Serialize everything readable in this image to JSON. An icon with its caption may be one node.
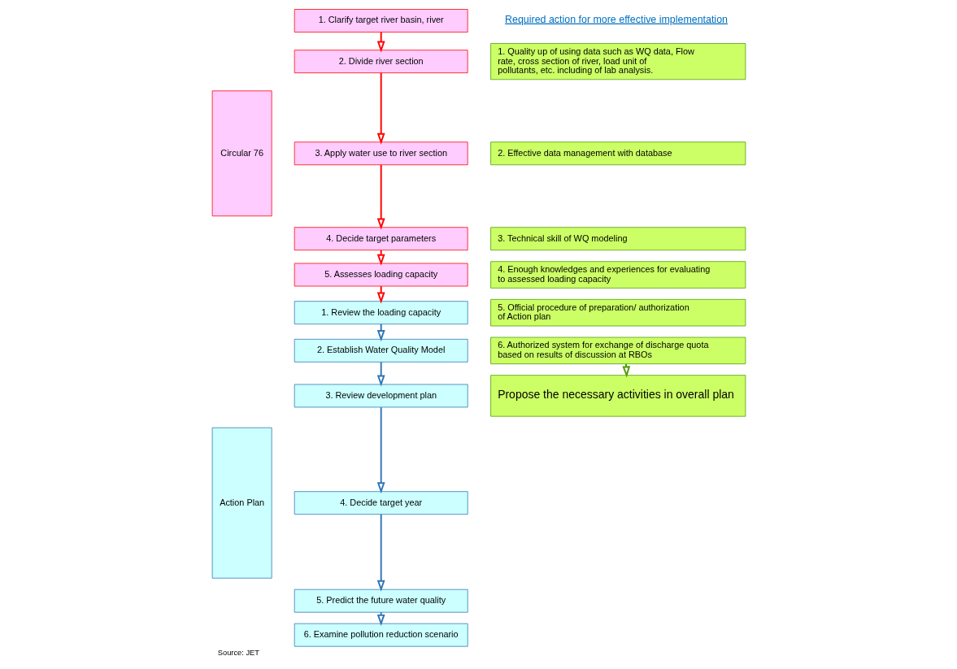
{
  "diagram": {
    "caption": "Source: JET",
    "nodes": [
      {
        "text": [
          "Circular 76"
        ]
      },
      {
        "text": [
          "1. Clarify target river basin, river"
        ]
      },
      {
        "text": [
          "2. Divide river section"
        ]
      },
      {
        "text": [
          "3. Apply water use to river section"
        ]
      },
      {
        "text": [
          "4. Decide target parameters"
        ]
      },
      {
        "text": [
          "5. Assesses loading capacity"
        ]
      },
      {
        "text": [
          "Action Plan"
        ]
      },
      {
        "text": [
          "1. Review the loading capacity"
        ]
      },
      {
        "text": [
          "2. Establish Water Quality Model"
        ]
      },
      {
        "text": [
          "3. Review development plan"
        ]
      },
      {
        "text": [
          "4. Decide target year"
        ]
      },
      {
        "text": [
          "5. Predict the future water quality"
        ]
      },
      {
        "text": [
          "6. Examine pollution reduction scenario"
        ]
      },
      {
        "text": [
          "1. Quality up of using data such as WQ data, Flow rate, cross section of river, load unit of pollutants, etc. including of lab analysis."
        ]
      },
      {
        "text": [
          "2. Effective data management with database"
        ]
      },
      {
        "text": [
          "3. Technical skill of WQ modeling"
        ]
      },
      {
        "text": [
          "4. Enough knowledges and experiences for evaluating to assessed loading capacity"
        ]
      },
      {
        "text": [
          "5. Official procedure of preparation/ authorization of Action plan"
        ]
      },
      {
        "text": [
          "6. Authorized system for exchange of discharge quota based on results of discussion at RBOs"
        ]
      },
      {
        "text": [
          "Propose the necessary activities in overall plan"
        ]
      }
    ],
    "edges": [
      {
        "from": 1,
        "to": 2,
        "arrow": "to",
        "color": "#ff0000"
      },
      {
        "from": 2,
        "to": 3,
        "arrow": "to",
        "color": "#ff0000"
      },
      {
        "from": 3,
        "to": 4,
        "arrow": "to",
        "color": "#ff0000"
      },
      {
        "from": 4,
        "to": 5,
        "arrow": "to",
        "color": "#ff0000"
      },
      {
        "from": 5,
        "to": 7,
        "arrow": "to",
        "color": "#ff0000"
      },
      {
        "from": 7,
        "to": 8,
        "arrow": "to",
        "color": "#2e75b6"
      },
      {
        "from": 8,
        "to": 9,
        "arrow": "to",
        "color": "#2e75b6"
      },
      {
        "from": 9,
        "to": 10,
        "arrow": "to",
        "color": "#2e75b6"
      },
      {
        "from": 10,
        "to": 11,
        "arrow": "to",
        "color": "#2e75b6"
      },
      {
        "from": 11,
        "to": 12,
        "arrow": "to",
        "color": "#2e75b6"
      },
      {
        "from": 18,
        "to": 19,
        "arrow": "to",
        "color": "#4e9a06"
      }
    ],
    "labels": [
      "Required action for more effective implementation"
    ]
  }
}
